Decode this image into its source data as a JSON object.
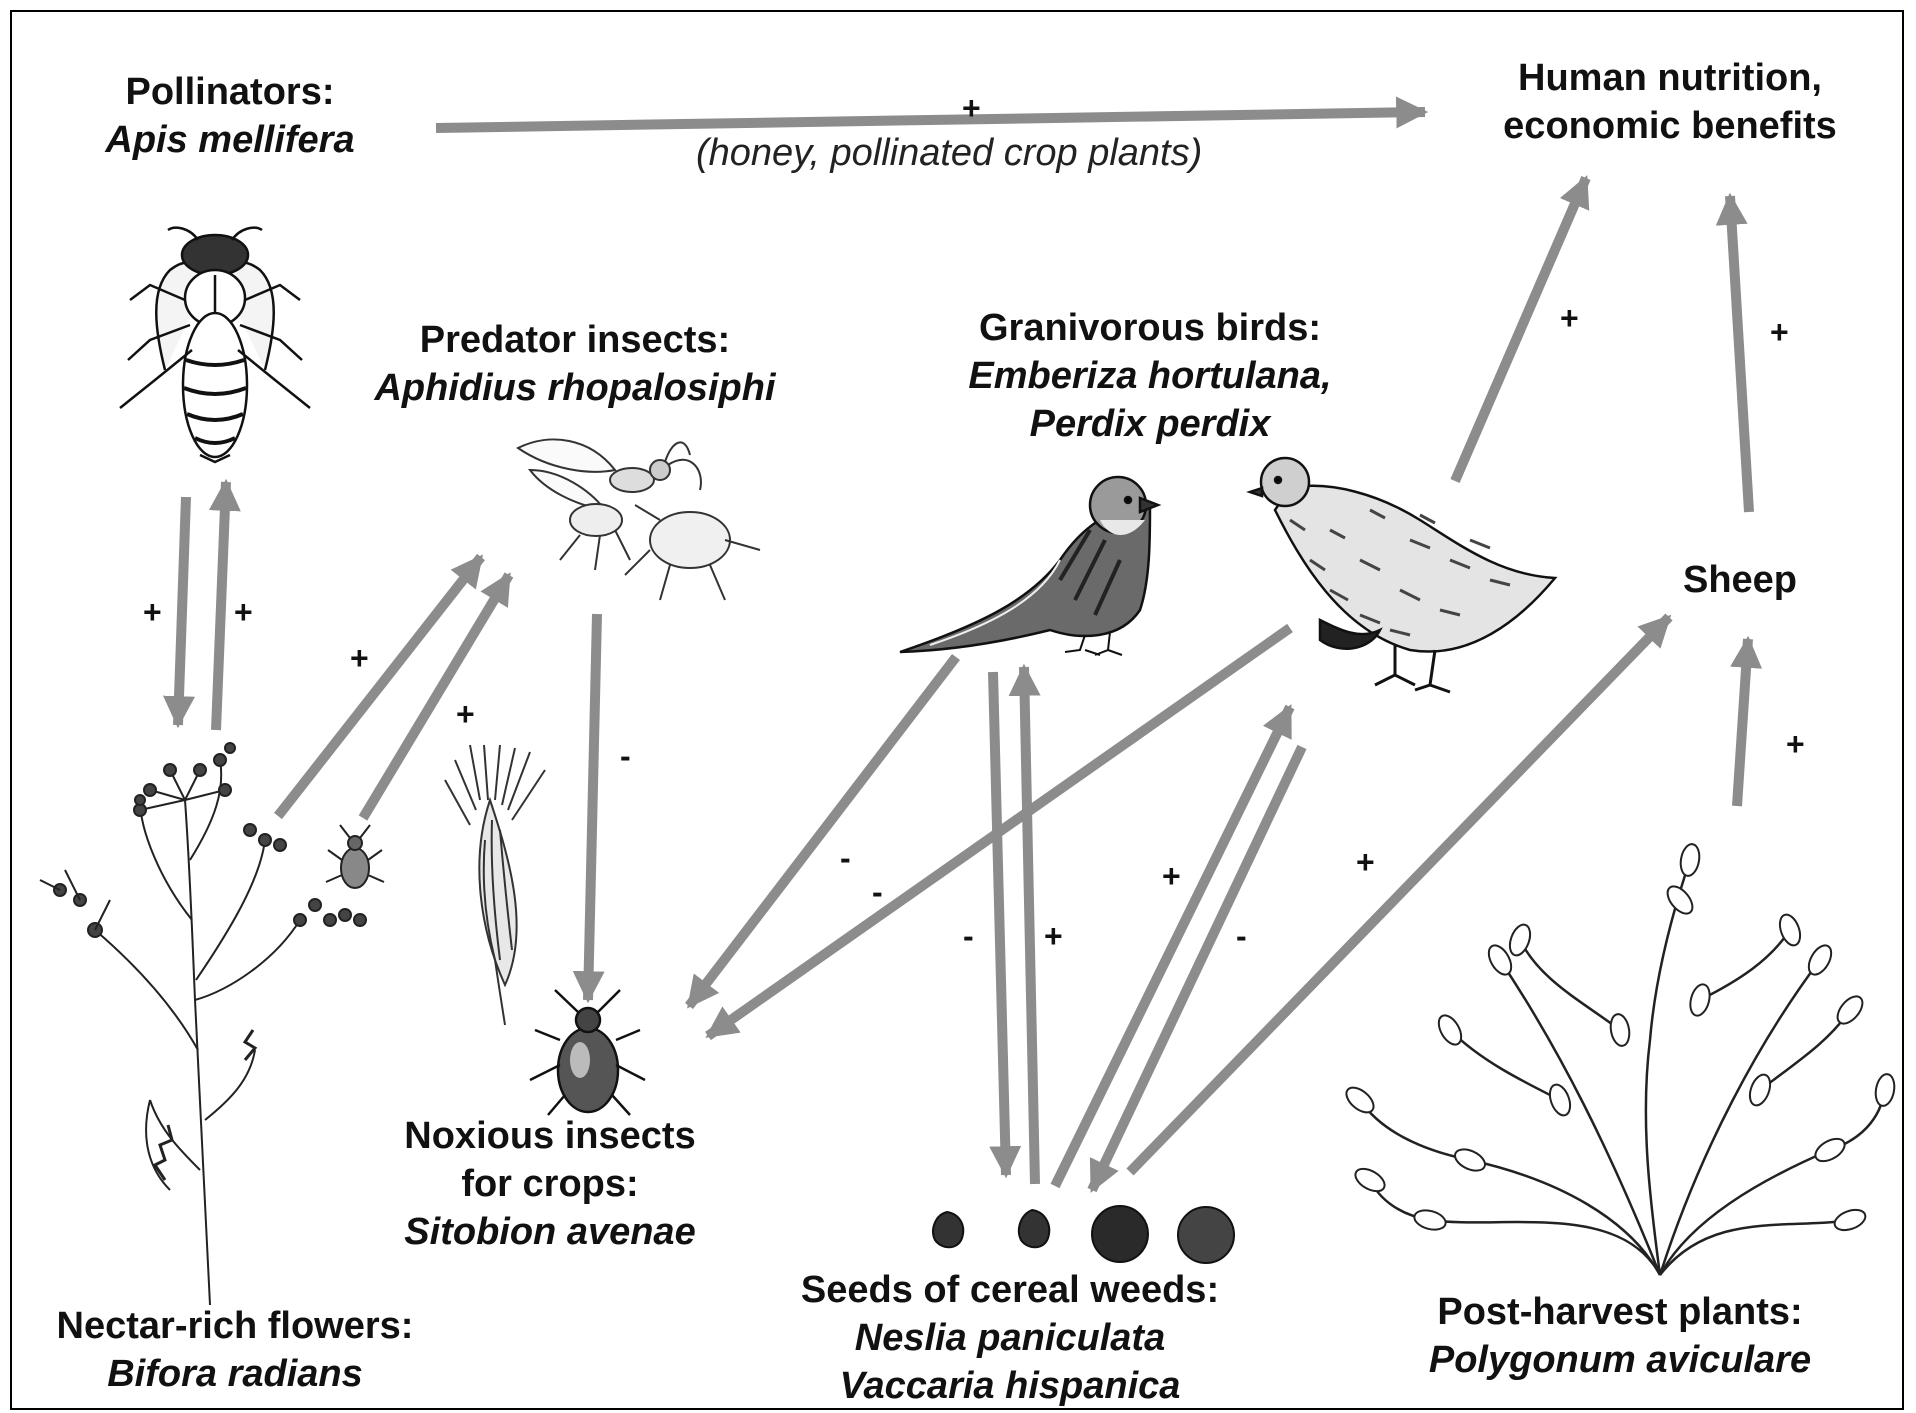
{
  "nodes": {
    "pollinators": {
      "head": "Pollinators:",
      "species": [
        "Apis mellifera"
      ]
    },
    "human": {
      "head_lines": [
        "Human nutrition,",
        "economic benefits"
      ]
    },
    "predators": {
      "head": "Predator insects:",
      "species": [
        "Aphidius rhopalosiphi"
      ]
    },
    "birds": {
      "head": "Granivorous birds:",
      "species": [
        "Emberiza hortulana,",
        "Perdix perdix"
      ]
    },
    "sheep": {
      "head": "Sheep"
    },
    "noxious": {
      "head_lines": [
        "Noxious insects",
        "for crops:"
      ],
      "species": [
        "Sitobion avenae"
      ]
    },
    "seeds": {
      "head": "Seeds of cereal weeds:",
      "species": [
        "Neslia paniculata",
        "Vaccaria hispanica"
      ]
    },
    "flowers": {
      "head": "Nectar-rich flowers:",
      "species": [
        "Bifora radians"
      ]
    },
    "postharvest": {
      "head": "Post-harvest plants:",
      "species": [
        "Polygonum aviculare"
      ]
    }
  },
  "edge_note": "(honey, pollinated crop plants)",
  "edges": [
    {
      "from": "pollinators",
      "to": "human",
      "sign": "+"
    },
    {
      "from": "pollinators",
      "to": "flowers",
      "sign": "+"
    },
    {
      "from": "flowers",
      "to": "pollinators",
      "sign": "+"
    },
    {
      "from": "flowers",
      "to": "predators",
      "sign": "+"
    },
    {
      "from": "flowers",
      "to": "predators",
      "sign": "+"
    },
    {
      "from": "predators",
      "to": "noxious",
      "sign": "-"
    },
    {
      "from": "birds",
      "to": "noxious",
      "sign": "-"
    },
    {
      "from": "birds",
      "to": "noxious",
      "sign": "-"
    },
    {
      "from": "birds",
      "to": "seeds",
      "sign": "-"
    },
    {
      "from": "seeds",
      "to": "birds",
      "sign": "+"
    },
    {
      "from": "seeds",
      "to": "birds",
      "sign": "+"
    },
    {
      "from": "birds",
      "to": "seeds",
      "sign": "-"
    },
    {
      "from": "seeds",
      "to": "sheep",
      "sign": "+"
    },
    {
      "from": "birds",
      "to": "human",
      "sign": "+"
    },
    {
      "from": "sheep",
      "to": "human",
      "sign": "+"
    },
    {
      "from": "postharvest",
      "to": "sheep",
      "sign": "+"
    }
  ],
  "colors": {
    "arrow": "#8c8c8c",
    "text": "#111111"
  }
}
